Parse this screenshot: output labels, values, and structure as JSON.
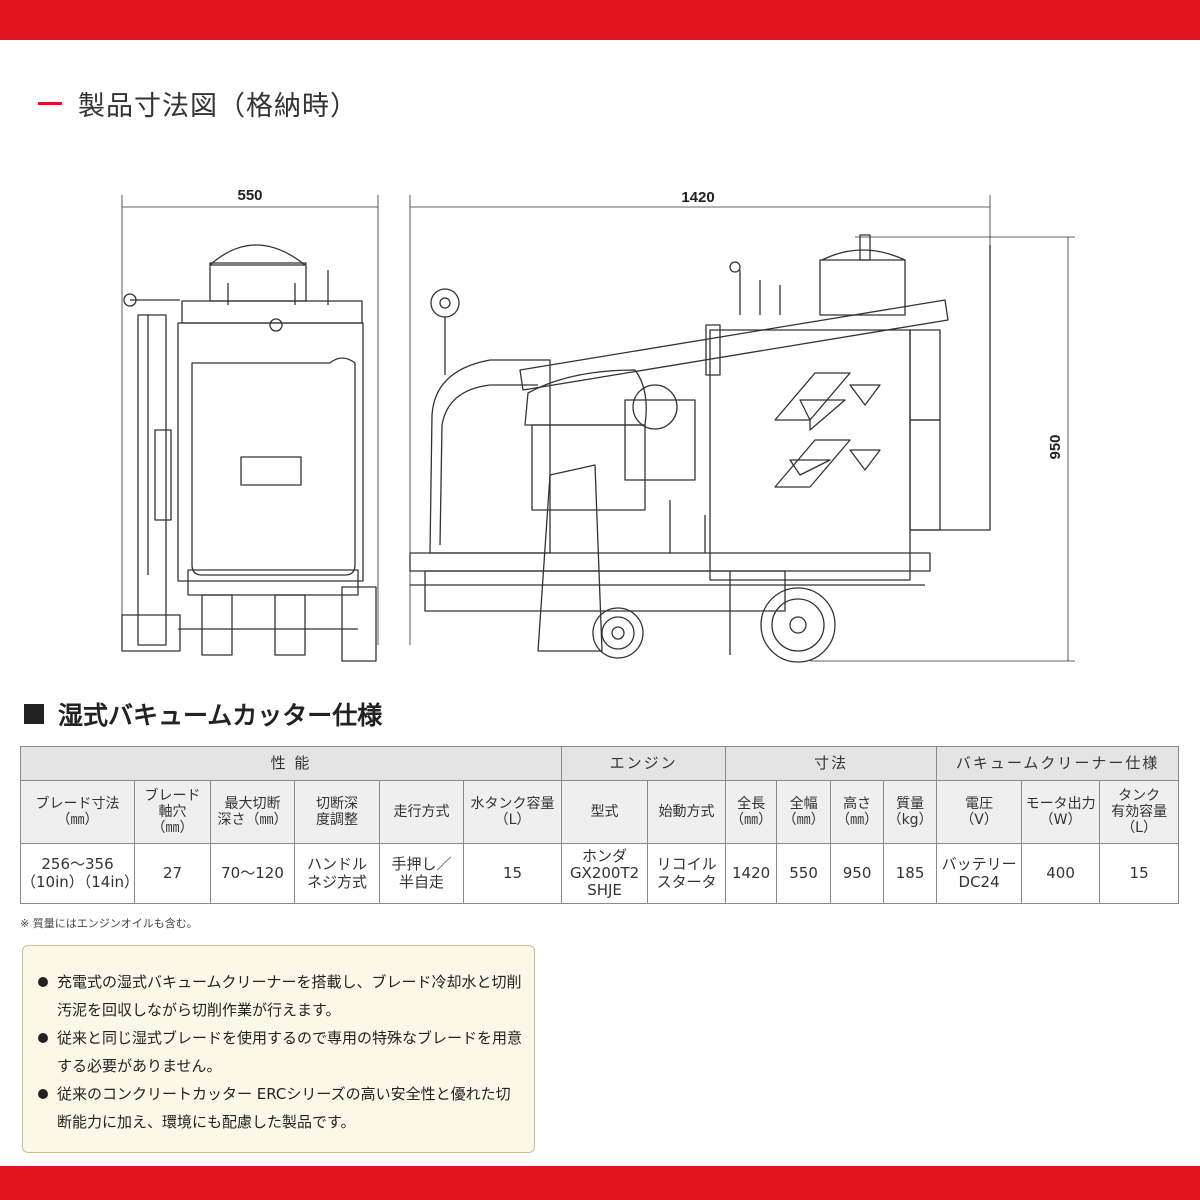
{
  "section": {
    "title": "製品寸法図（格納時）"
  },
  "drawing": {
    "dim_width": "550",
    "dim_length": "1420",
    "dim_height": "950"
  },
  "spec": {
    "title": "湿式バキュームカッター仕様",
    "groups": {
      "performance": "性 能",
      "engine": "エンジン",
      "dimensions": "寸法",
      "vacuum": "バキュームクリーナー仕様"
    },
    "headers": [
      "ブレード寸法\n（㎜）",
      "ブレード\n軸穴\n（㎜）",
      "最大切断\n深さ（㎜）",
      "切断深\n度調整",
      "走行方式",
      "水タンク容量\n（L）",
      "型式",
      "始動方式",
      "全長\n（㎜）",
      "全幅\n（㎜）",
      "高さ\n（㎜）",
      "質量\n（kg）",
      "電圧\n（V）",
      "モータ出力\n（W）",
      "タンク\n有効容量\n（L）"
    ],
    "values": [
      "256〜356\n（10in）（14in）",
      "27",
      "70〜120",
      "ハンドル\nネジ方式",
      "手押し／\n半自走",
      "15",
      "ホンダ\nGX200T2\nSHJE",
      "リコイル\nスタータ",
      "1420",
      "550",
      "950",
      "185",
      "バッテリー\nDC24",
      "400",
      "15"
    ]
  },
  "note": "※ 質量にはエンジンオイルも含む。",
  "features": [
    "充電式の湿式バキュームクリーナーを搭載し、ブレード冷却水と切削汚泥を回収しながら切削作業が行えます。",
    "従来と同じ湿式ブレードを使用するので専用の特殊なブレードを用意する必要がありません。",
    "従来のコンクリートカッター ERCシリーズの高い安全性と優れた切断能力に加え、環境にも配慮した製品です。"
  ]
}
